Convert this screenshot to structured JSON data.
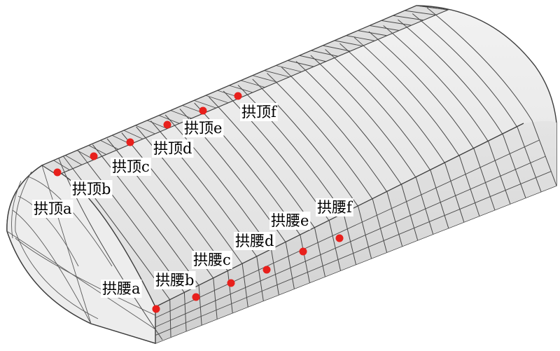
{
  "crown_points": [
    {
      "id": "a",
      "label": "拱顶a"
    },
    {
      "id": "b",
      "label": "拱顶b"
    },
    {
      "id": "c",
      "label": "拱顶c"
    },
    {
      "id": "d",
      "label": "拱顶d"
    },
    {
      "id": "e",
      "label": "拱顶e"
    },
    {
      "id": "f",
      "label": "拱顶f"
    }
  ],
  "haunch_points": [
    {
      "id": "a",
      "label": "拱腰a"
    },
    {
      "id": "b",
      "label": "拱腰b"
    },
    {
      "id": "c",
      "label": "拱腰c"
    },
    {
      "id": "d",
      "label": "拱腰d"
    },
    {
      "id": "e",
      "label": "拱腰e"
    },
    {
      "id": "f",
      "label": "拱腰f"
    }
  ],
  "colors": {
    "point": "#e8201c",
    "mesh_line": "#4a4a4a",
    "surface_top": "#e6e6e6",
    "surface_side": "#d9d9d9",
    "end_face": "#ececec"
  }
}
